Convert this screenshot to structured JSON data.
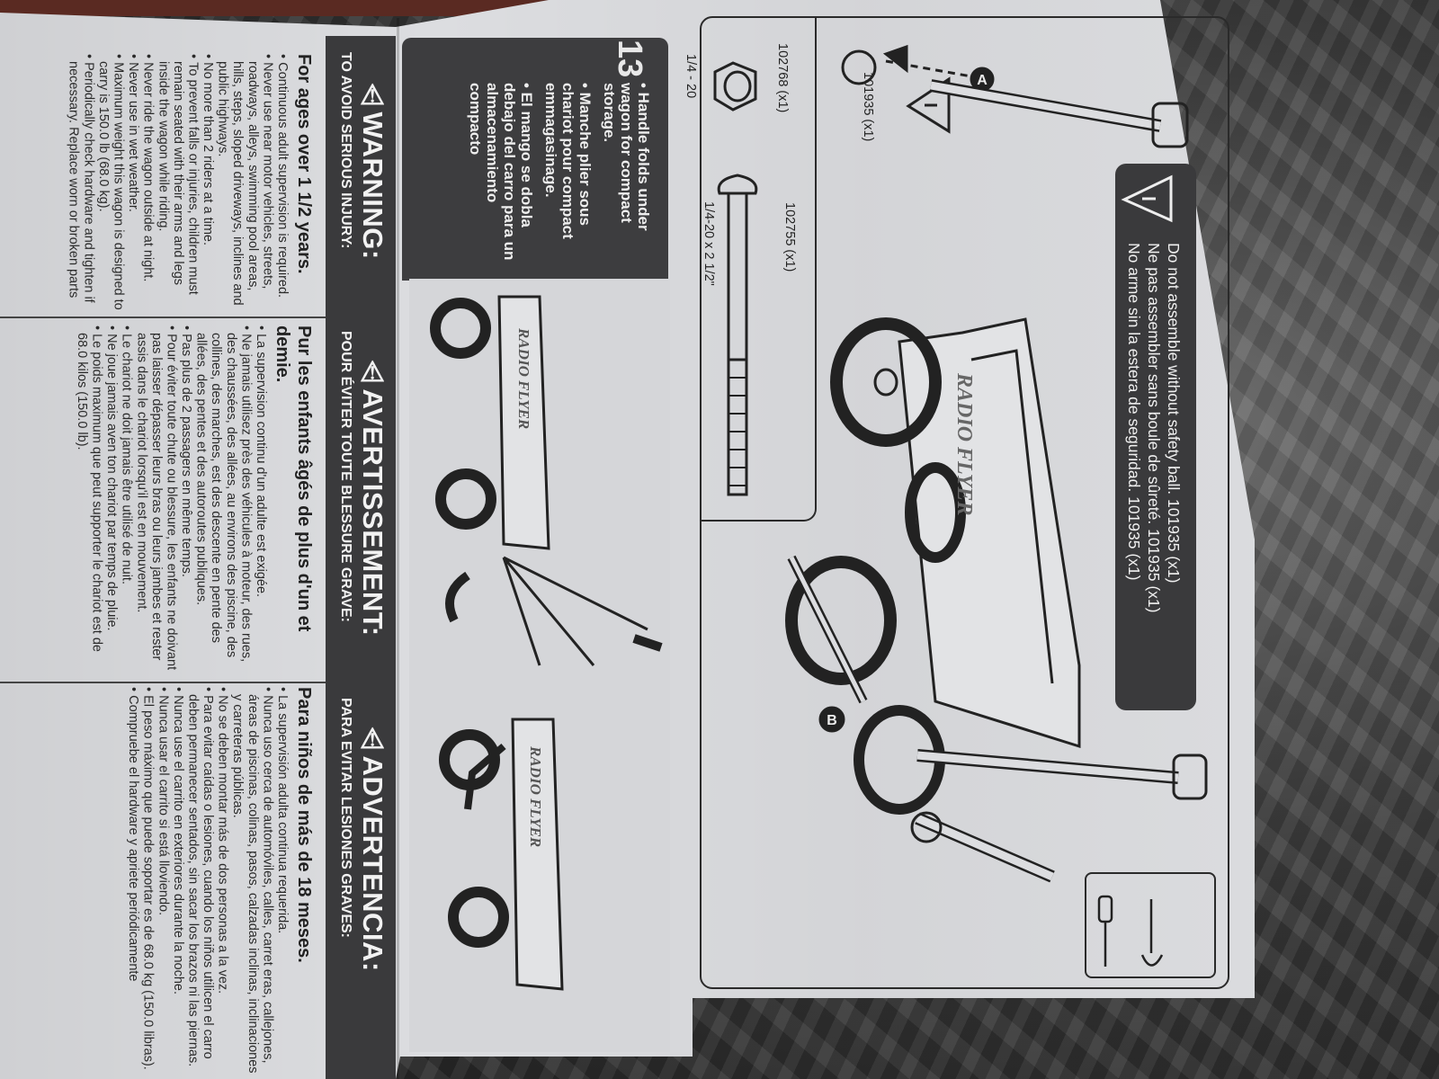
{
  "warning": {
    "english": {
      "title": "⚠WARNING:",
      "subtitle": "TO AVOID SERIOUS INJURY:",
      "heading": "For ages over 1 1/2 years.",
      "items": [
        "Continuous adult supervision is required.",
        "Never use near motor vehicles, streets, roadways, alleys, swimming pool areas, hills, steps, sloped driveways, inclines and public highways.",
        "No more than 2 riders at a time.",
        "To prevent falls or injuries, children must remain seated with their arms and legs inside the wagon while riding.",
        "Never ride the wagon outside at night.",
        "Never use in wet weather.",
        "Maximum weight this wagon is designed to carry is 150.0 lb (68.0 kg).",
        "Periodically check hardware and tighten if necessary. Replace worn or broken parts"
      ]
    },
    "french": {
      "title": "⚠AVERTISSEMENT:",
      "subtitle": "POUR ÉVITER TOUTE BLESSURE GRAVE:",
      "heading": "Pur les enfants âgés de plus d'un et demie.",
      "items": [
        "La supervision continu d'un adulte est exigée.",
        "Ne jamais utilisez près des véhicules à moteur, des rues, des chaussées, des allées, au environs des piscine, des collines, des marches, est des descente en pente des allées, des pentes et des autoroutes publiques.",
        "Pas plus de 2 passagers en même temps.",
        "Pour éviter toute chute ou blessure, les enfants ne doivant pas laisser dépasser leurs bras ou leurs jambes et rester assis dans le chariot lorsqu'il est en mouvement.",
        "Le chariot ne doit jamais être utilisé de nuit.",
        "Ne joue jamais aven ton chariot par temps de pluie.",
        "Le poids maximum que peut supporter le chariot est de 68.0 kilos (150.0 lb)."
      ]
    },
    "spanish": {
      "title": "⚠ADVERTENCIA:",
      "subtitle": "PARA EVITAR LESIONES GRAVES:",
      "heading": "Para niños de más de 18 meses.",
      "items": [
        "La supervisión adulta continua requerida.",
        "Nunca uso cerca de automóviles, calles, carret eras, callejones, áreas de piscinas, colinas, pasos, calzadas inclinas, inclinaciones y carreteras públicas.",
        "No se deben montar más de dos personas a la vez.",
        "Para evitar caídas o lesiones, cuando los niños utilicen el carro deben permanecer sentados, sin sacar los brazos ni las piernas.",
        "Nunca use el carrito en exteriores durante la noche.",
        "Nunca usar el carrito si está lloviendo.",
        "El peso máximo que puede soportar es de 68.0 kg (150.0 libras).",
        "Compruebe el hardware y apriete periódicamente"
      ]
    }
  },
  "step13": {
    "number": "13",
    "english": "• Handle folds under wagon for compact storage.",
    "french": "• Manche plier sous chariot pour compact emmagasinage.",
    "spanish": "• El mango se dobla debajo del carro para un almacenamiento compacto",
    "brand": "RADIO FLYER"
  },
  "parts": [
    {
      "code": "102768 (x1)",
      "size": "1/4 - 20"
    },
    {
      "code": "102755 (x1)",
      "size": "1/4-20 x 2 1/2\""
    }
  ],
  "diagram": {
    "safety_ball_label": "101935 (x1)",
    "callout_a": "A",
    "callout_b": "B",
    "brand": "RADIO FLYER",
    "safety_warning": [
      "Do not assemble without safety ball.  101935 (x1)",
      "Ne pas assembler sans boule de sûreté.  101935 (x1)",
      "No arme sin la estera de seguridad.  101935 (x1)"
    ]
  },
  "colors": {
    "paper": "#dcdde0",
    "panel": "#3a3a3c",
    "ink": "#222222"
  }
}
